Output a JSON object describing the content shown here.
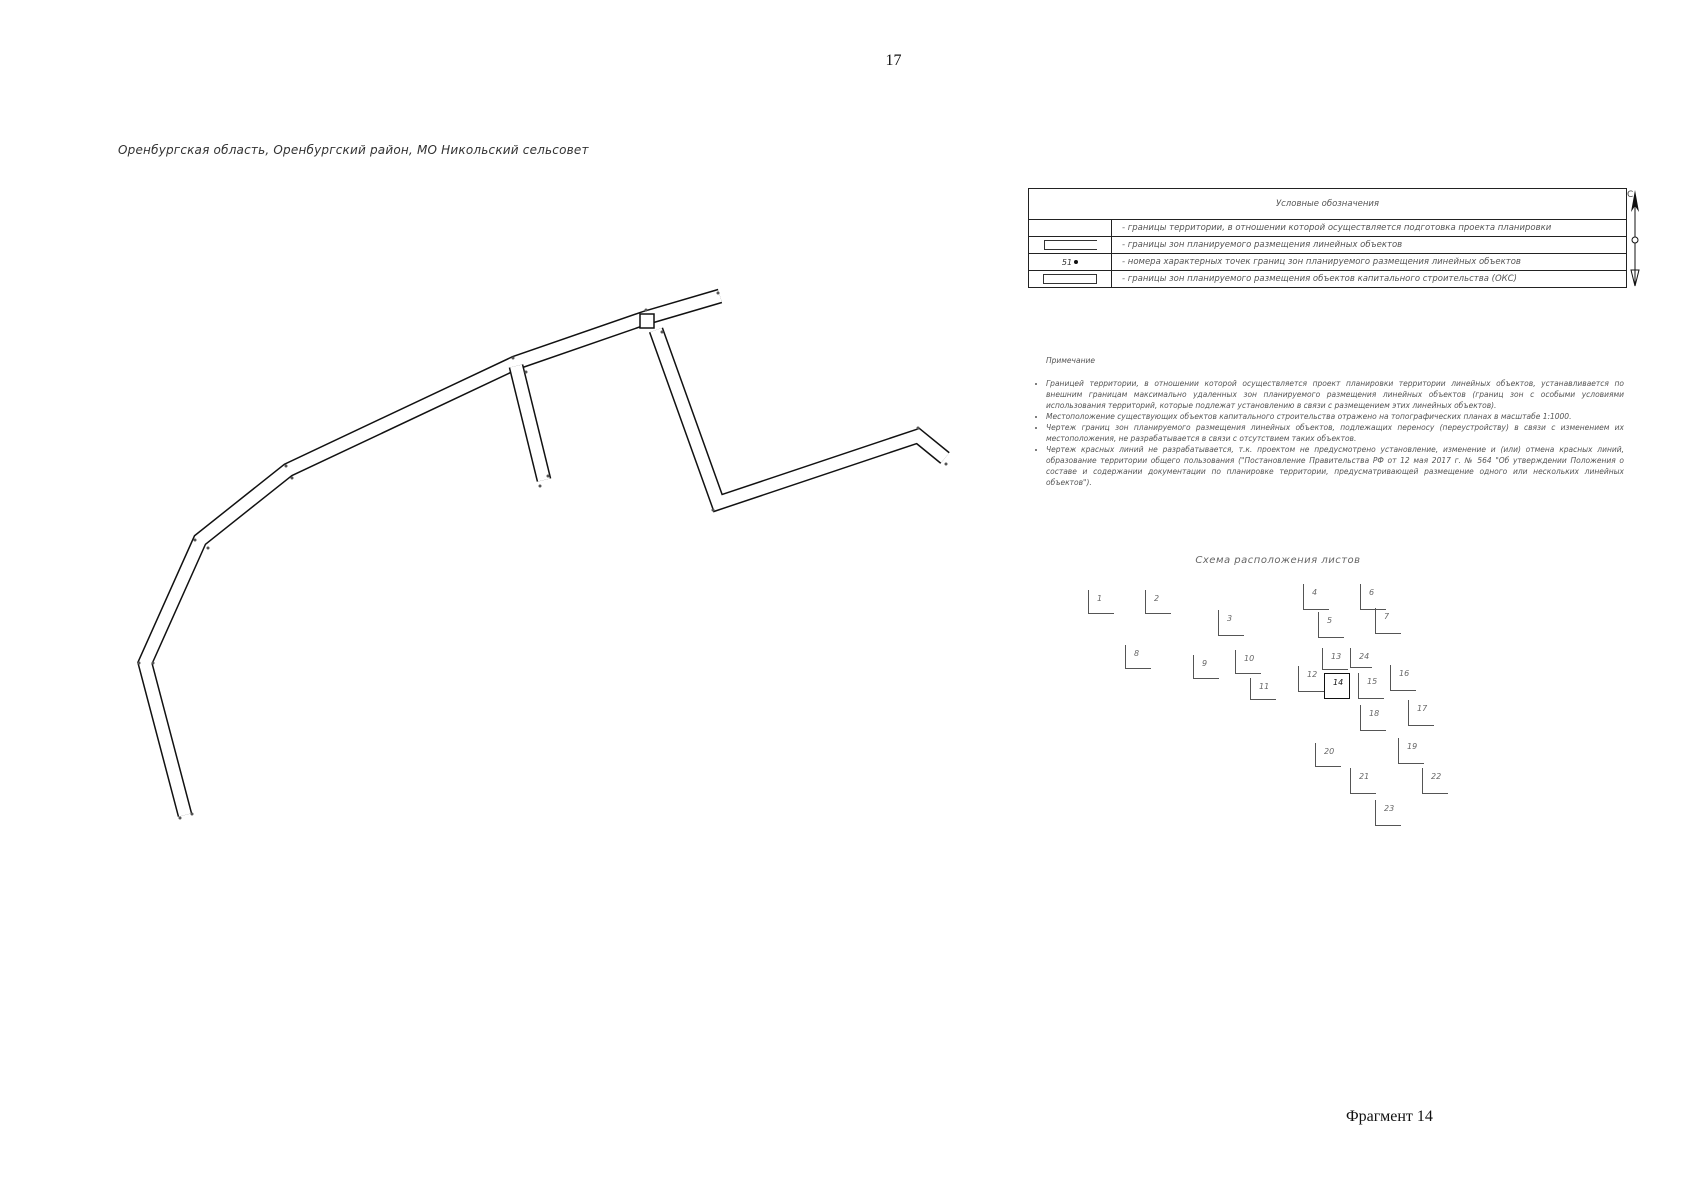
{
  "page_number": "17",
  "region_title": "Оренбургская область, Оренбургский район, МО Никольский сельсовет",
  "legend": {
    "title": "Условные обозначения",
    "rows": [
      {
        "icon": "none-symbol",
        "text": "- границы территории, в отношении которой осуществляется подготовка проекта планировки"
      },
      {
        "icon": "open-rect-symbol",
        "text": "- границы зон планируемого размещения линейных объектов"
      },
      {
        "icon": "point-symbol",
        "label": "51",
        "text": "- номера характерных точек границ зон планируемого размещения линейных объектов"
      },
      {
        "icon": "rect-symbol",
        "text": "- границы зон планируемого размещения объектов капитального строительства (ОКС)"
      }
    ]
  },
  "north_arrow": {
    "letter": "С"
  },
  "notes": {
    "title": "Примечание",
    "items": [
      "Границей территории, в отношении которой осуществляется проект планировки территории линейных объектов, устанавливается по внешним границам максимально удаленных зон планируемого размещения линейных объектов (границ зон с особыми условиями использования территорий, которые подлежат установлению в связи с размещением этих линейных объектов).",
      "Местоположение существующих объектов капитального строительства отражено на топографических планах в масштабе 1:1000.",
      "Чертеж границ зон планируемого размещения линейных объектов, подлежащих переносу (переустройству) в связи с изменением их местоположения, не разрабатывается в связи с отсутствием таких объектов.",
      "Чертеж красных линий не разрабатывается, т.к. проектом не предусмотрено установление, изменение и (или) отмена красных линий, образование территории общего пользования (\"Постановление Правительства РФ от 12 мая 2017 г. № 564 \"Об утверждении Положения о составе и содержании документации по планировке территории, предусматривающей размещение одного или нескольких линейных объектов\")."
    ]
  },
  "scheme": {
    "title": "Схема расположения листов",
    "tiles": [
      {
        "label": "1"
      },
      {
        "label": "2"
      },
      {
        "label": "3"
      },
      {
        "label": "4"
      },
      {
        "label": "5"
      },
      {
        "label": "6"
      },
      {
        "label": "7"
      },
      {
        "label": "8"
      },
      {
        "label": "9"
      },
      {
        "label": "10"
      },
      {
        "label": "11"
      },
      {
        "label": "12"
      },
      {
        "label": "13"
      },
      {
        "label": "14"
      },
      {
        "label": "15"
      },
      {
        "label": "16"
      },
      {
        "label": "17"
      },
      {
        "label": "18"
      },
      {
        "label": "19"
      },
      {
        "label": "20"
      },
      {
        "label": "21"
      },
      {
        "label": "22"
      },
      {
        "label": "23"
      },
      {
        "label": "24"
      }
    ],
    "active_tile": "14"
  },
  "fragment_label": "Фрагмент 14"
}
